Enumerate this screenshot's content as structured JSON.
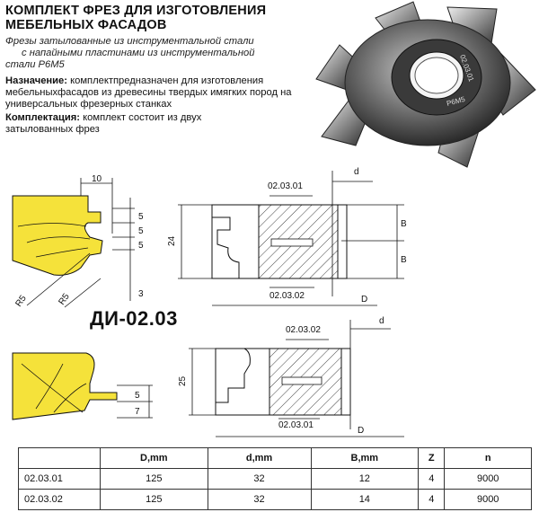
{
  "title": "КОМПЛЕКТ ФРЕЗ ДЛЯ ИЗГОТОВЛЕНИЯ МЕБЕЛЬНЫХ ФАСАДОВ",
  "description": {
    "line1": "Фрезы затылованные из инструментальной стали",
    "line2": "с напайными пластинами из инструментальной",
    "line3": "стали Р6М5"
  },
  "purpose": {
    "label": "Назначение:",
    "text": " комплектпредназначен для изготовления мебельныхфасадов из древесины твердых имягких пород на универсальных фрезерных станках"
  },
  "kit": {
    "label": "Комплектация:",
    "text": " комплект состоит из двух затылованных  фрез"
  },
  "model_code": "ДИ-02.03",
  "drawing": {
    "top_profile": {
      "dim_top": "10",
      "dim_a": "5",
      "dim_b": "5",
      "dim_c": "5",
      "dim_d": "3",
      "r_left": "R5",
      "r_right": "R5"
    },
    "top_section": {
      "code_top": "02.03.01",
      "code_bottom": "02.03.02",
      "dim_d": "d",
      "dim_D": "D",
      "dim_24": "24",
      "dim_B1": "B",
      "dim_B2": "B"
    },
    "bottom_profile": {
      "dim_7": "7",
      "dim_5": "5"
    },
    "bottom_section": {
      "code_top": "02.03.02",
      "code_bottom": "02.03.01",
      "dim_d": "d",
      "dim_D": "D",
      "dim_25": "25"
    }
  },
  "table": {
    "headers": [
      "",
      "D,mm",
      "d,mm",
      "B,mm",
      "Z",
      "n"
    ],
    "rows": [
      [
        "02.03.01",
        "125",
        "32",
        "12",
        "4",
        "9000"
      ],
      [
        "02.03.02",
        "125",
        "32",
        "14",
        "4",
        "9000"
      ]
    ]
  },
  "photo": {
    "engraving": "02.03.01",
    "marking": "Р6М5"
  },
  "colors": {
    "profile_fill": "#f5e23a",
    "line": "#111111"
  }
}
